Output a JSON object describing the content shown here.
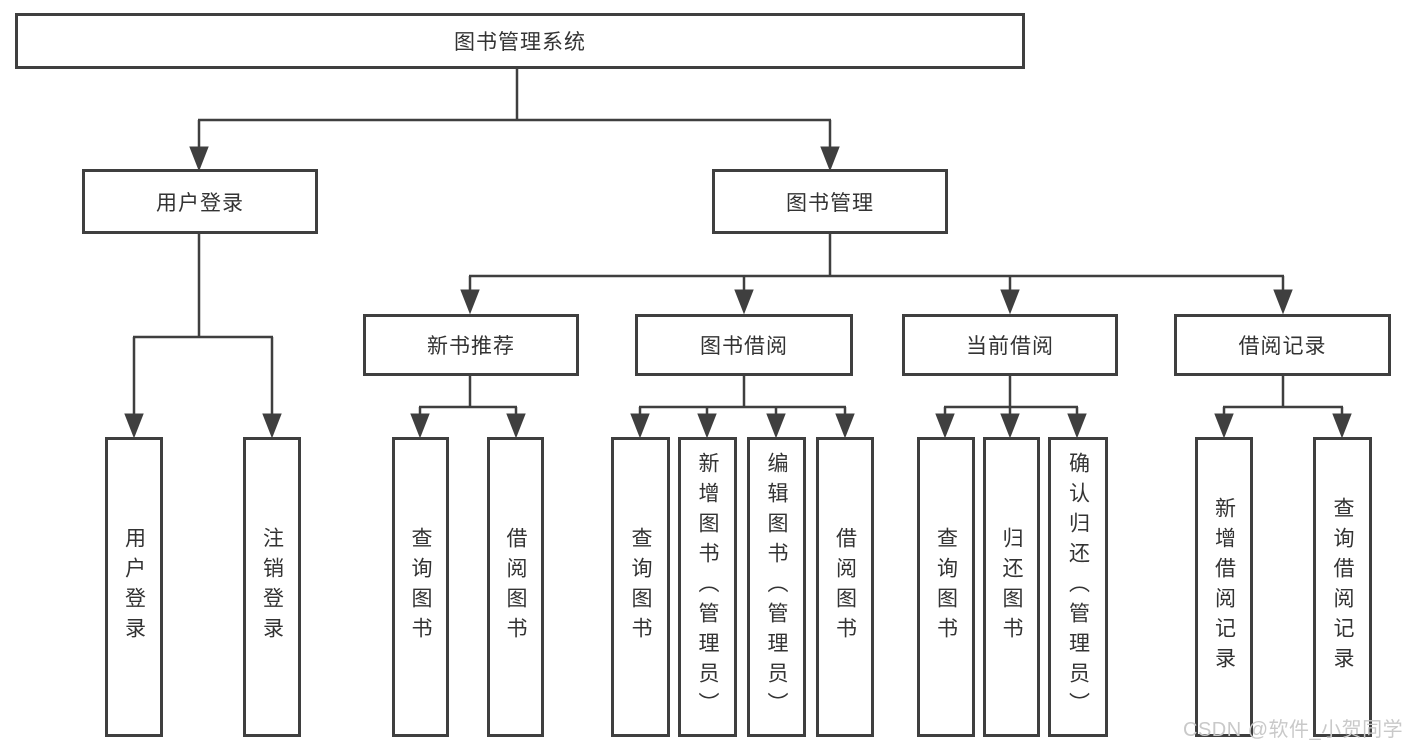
{
  "diagram": {
    "root": {
      "label": "图书管理系统"
    },
    "level2": [
      {
        "label": "用户登录"
      },
      {
        "label": "图书管理"
      }
    ],
    "level3": [
      {
        "label": "新书推荐"
      },
      {
        "label": "图书借阅"
      },
      {
        "label": "当前借阅"
      },
      {
        "label": "借阅记录"
      }
    ],
    "level4": {
      "user_login": [
        "用户登录",
        "注销登录"
      ],
      "new_book_recommend": [
        "查询图书",
        "借阅图书"
      ],
      "book_borrow": [
        "查询图书",
        "新增图书（管理员）",
        "编辑图书（管理员）",
        "借阅图书"
      ],
      "current_borrow": [
        "查询图书",
        "归还图书",
        "确认归还（管理员）"
      ],
      "borrow_records": [
        "新增借阅记录",
        "查询借阅记录"
      ]
    }
  },
  "watermark": {
    "text": "CSDN @软件_小贺同学"
  },
  "colors": {
    "line": "#3f3f3f",
    "text": "#333333",
    "background": "#ffffff",
    "watermark": "#c9c9c9"
  }
}
